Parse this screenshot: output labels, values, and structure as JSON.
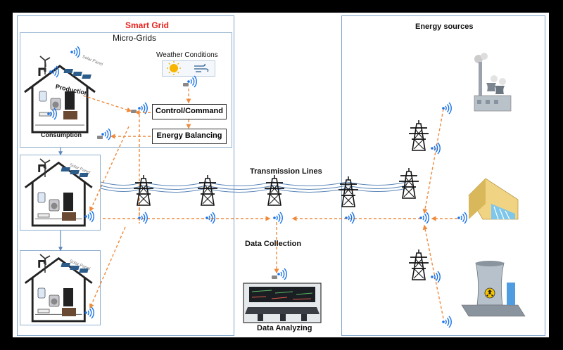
{
  "smart_grid": {
    "title": "Smart Grid",
    "title_color": "#e8211b"
  },
  "micro_grids": {
    "title": "Micro-Grids"
  },
  "energy_sources": {
    "title": "Energy sources"
  },
  "house": {
    "production": "Production",
    "consumption": "Consumption",
    "solar_panel_label": "Solar Panel"
  },
  "weather": {
    "title": "Weather Conditions"
  },
  "control": {
    "command": "Control/Command",
    "balancing": "Energy Balancing"
  },
  "transmission": {
    "label": "Transmission Lines"
  },
  "data": {
    "collection": "Data Collection",
    "analyzing": "Data Analyzing"
  },
  "colors": {
    "flow_arrow": "#ef8a3c",
    "line_cable": "#5b86b8",
    "wifi": "#1a73e8",
    "frame": "#8fb0d0"
  },
  "icons": [
    "house-icon",
    "wind-turbine-icon",
    "solar-panel-icon",
    "meter-icon",
    "washing-machine-icon",
    "fridge-icon",
    "oven-icon",
    "router-icon",
    "wifi-icon",
    "sun-icon",
    "wind-icon",
    "power-pylon-icon",
    "factory-icon",
    "hydro-dam-icon",
    "nuclear-plant-icon",
    "control-room-icon",
    "sensor-node-icon"
  ]
}
